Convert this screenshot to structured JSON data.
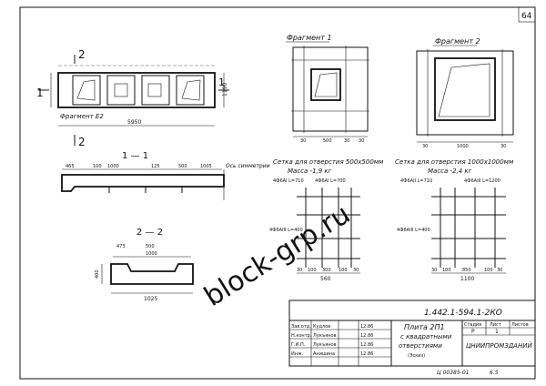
{
  "sheet_number": "64",
  "plan": {
    "section_mark_1": "1",
    "section_mark_2": "2",
    "fragment_label": "Фрагмент Е2",
    "length_dim": "5950",
    "height_dim": "1190"
  },
  "fragments": {
    "f1_title": "Фрагмент 1",
    "f2_title": "Фрагмент 2",
    "f1_dims": [
      "30",
      "500",
      "30",
      "30"
    ],
    "f2_dims": [
      "30",
      "1000",
      "30"
    ]
  },
  "sections": {
    "s1_title": "1 — 1",
    "s1_dims": [
      "465",
      "100",
      "1000",
      "125",
      "500",
      "1005"
    ],
    "s1_note": "Ось симметрии",
    "s2_title": "2 — 2",
    "s2_dims": [
      "473",
      "500",
      "1000"
    ],
    "s2_height": "400",
    "s2_width": "1025"
  },
  "mesh1": {
    "title": "Сетка для отверстия 500x500мм",
    "mass": "Масса -1,9 кг",
    "label_a": "4Ф6АI L=710",
    "label_b": "4Ф6АI L=700",
    "label_c": "4Ф6АIII L=400",
    "dims": [
      "30",
      "100",
      "300",
      "100",
      "30"
    ],
    "width": "560"
  },
  "mesh2": {
    "title": "Сетка для отверстия 1000x1000мм",
    "mass": "Масса -2,4 кг",
    "label_a": "4Ф6АII L=710",
    "label_b": "4Ф6АIII L=1200",
    "label_c": "4Ф6АIII L=400",
    "dims": [
      "30",
      "100",
      "850",
      "100",
      "30"
    ],
    "width": "1100"
  },
  "watermark": "block-grp.ru",
  "title_block": {
    "code": "1.442.1-594.1-2КО",
    "product_line1": "Плита 2П1",
    "product_line2": "с квадратными",
    "product_line3": "отверстиями",
    "product_line4": "(Эскиз)",
    "stage_header": "Стадия",
    "sheet_header": "Лист",
    "sheets_header": "Листов",
    "stage_value": "Р",
    "sheet_value": "1",
    "org": "ЦНИИПРОМЗДАНИЙ",
    "roles": [
      "Зав.отд.",
      "Н.контр.",
      "Г.И.П.",
      "Инж."
    ],
    "names": [
      "Кудлов",
      "Лукъянов",
      "Лукъянов",
      "Анишина"
    ],
    "dates": [
      "12.86",
      "12.86",
      "12.86",
      "12.86"
    ]
  },
  "footer": {
    "stamp": "Ц 00385-01",
    "format": "6.5"
  }
}
